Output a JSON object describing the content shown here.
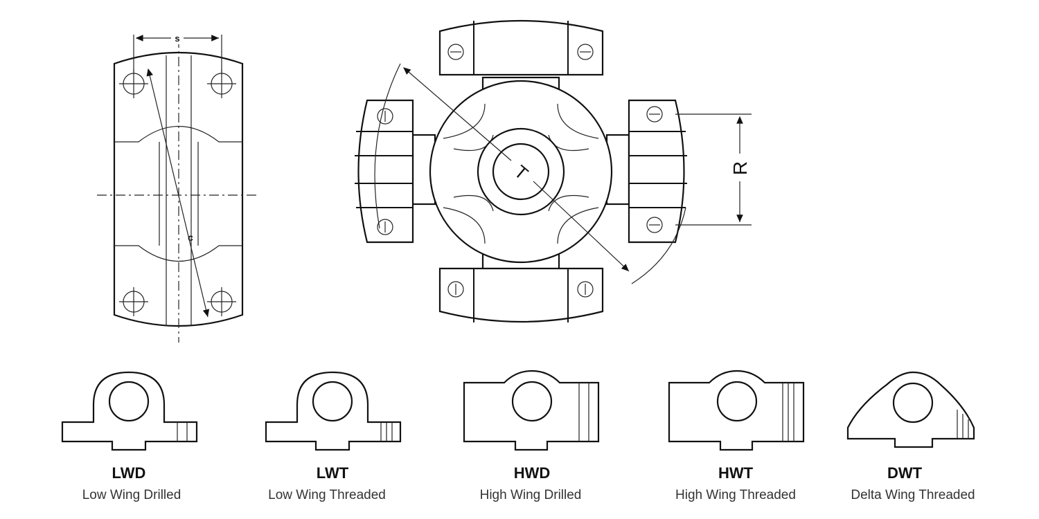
{
  "diagram": {
    "side_view": {
      "labels": {
        "s": "s",
        "c": "c"
      }
    },
    "cross_view": {
      "labels": {
        "t": "T",
        "r": "R"
      }
    },
    "wing_types": [
      {
        "code": "LWD",
        "description": "Low Wing Drilled"
      },
      {
        "code": "LWT",
        "description": "Low Wing Threaded"
      },
      {
        "code": "HWD",
        "description": "High Wing Drilled"
      },
      {
        "code": "HWT",
        "description": "High Wing Threaded"
      },
      {
        "code": "DWT",
        "description": "Delta Wing Threaded"
      }
    ]
  }
}
